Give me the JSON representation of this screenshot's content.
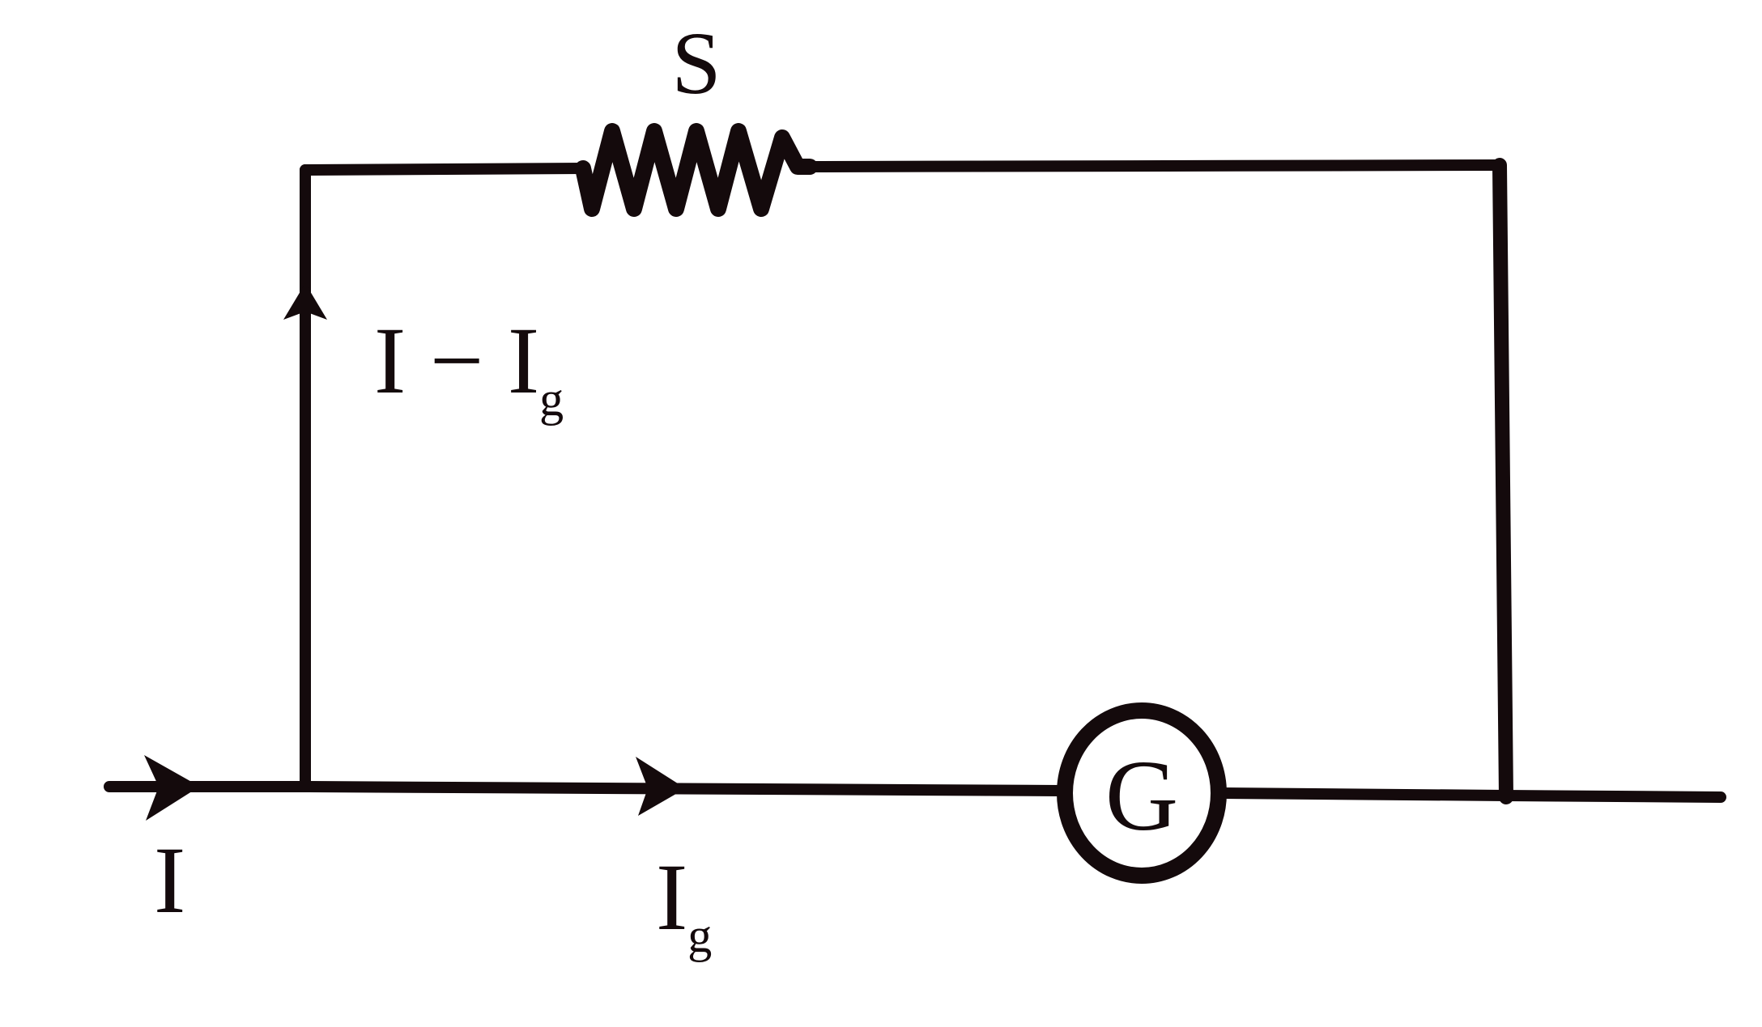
{
  "diagram": {
    "type": "circuit",
    "description": "Galvanometer with shunt resistor S connected in parallel",
    "colors": {
      "ink": "#140a0c",
      "background": "#ffffff"
    },
    "components": {
      "shunt": {
        "symbol": "resistor",
        "label": "S"
      },
      "galvanometer": {
        "symbol": "circle-with-letter",
        "label": "G"
      }
    },
    "currents": {
      "input": {
        "label_main": "I",
        "direction": "right"
      },
      "shunt_branch": {
        "label_main": "I − I",
        "label_sub": "g",
        "direction": "up"
      },
      "galvanometer_branch": {
        "label_main": "I",
        "label_sub": "g",
        "direction": "right"
      }
    }
  }
}
